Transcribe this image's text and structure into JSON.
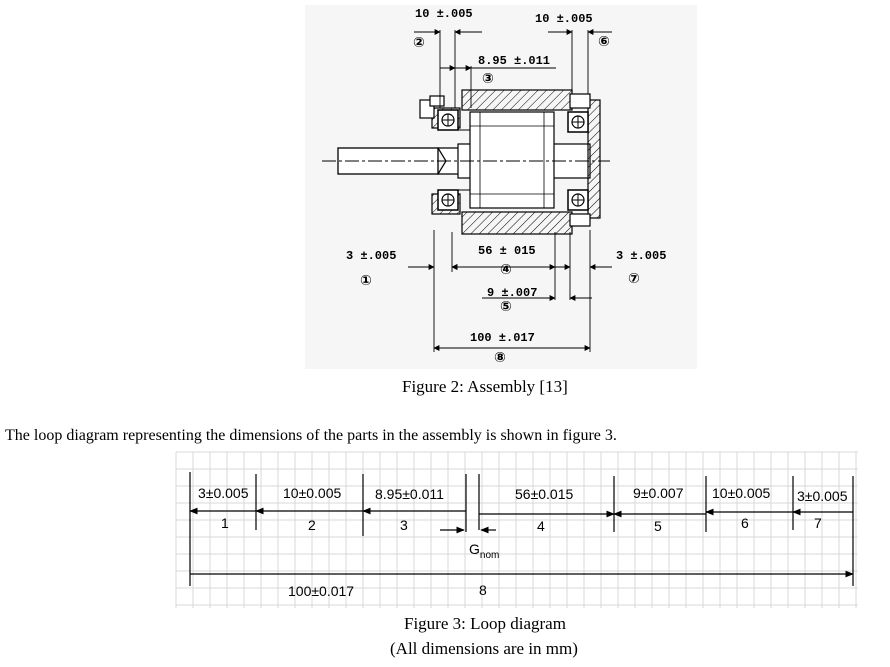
{
  "figure2": {
    "caption": "Figure 2: Assembly [13]",
    "dims": [
      {
        "text": "10 ±.005",
        "num": "②"
      },
      {
        "text": "10 ±.005",
        "num": "⑥"
      },
      {
        "text": "8.95 ±.011",
        "num": "③"
      },
      {
        "text": "3 ±.005",
        "num": "①"
      },
      {
        "text": "56 ± 015",
        "num": "④"
      },
      {
        "text": "3 ±.005",
        "num": "⑦"
      },
      {
        "text": "9 ±.007",
        "num": "⑤"
      },
      {
        "text": "100 ±.017",
        "num": "⑧"
      }
    ]
  },
  "paragraph": "The loop diagram representing the dimensions of the parts in the assembly is shown in figure 3.",
  "figure3": {
    "caption": "Figure 3: Loop diagram",
    "note": "(All dimensions are in mm)",
    "segments": [
      {
        "label": "3±0.005",
        "num": "1"
      },
      {
        "label": "10±0.005",
        "num": "2"
      },
      {
        "label": "8.95±0.011",
        "num": "3"
      },
      {
        "label": "56±0.015",
        "num": "4"
      },
      {
        "label": "9±0.007",
        "num": "5"
      },
      {
        "label": "10±0.005",
        "num": "6"
      },
      {
        "label": "3±0.005",
        "num": "7"
      }
    ],
    "gap_label": "G",
    "gap_sub": "nom",
    "total": {
      "label": "100±0.017",
      "num": "8"
    }
  }
}
